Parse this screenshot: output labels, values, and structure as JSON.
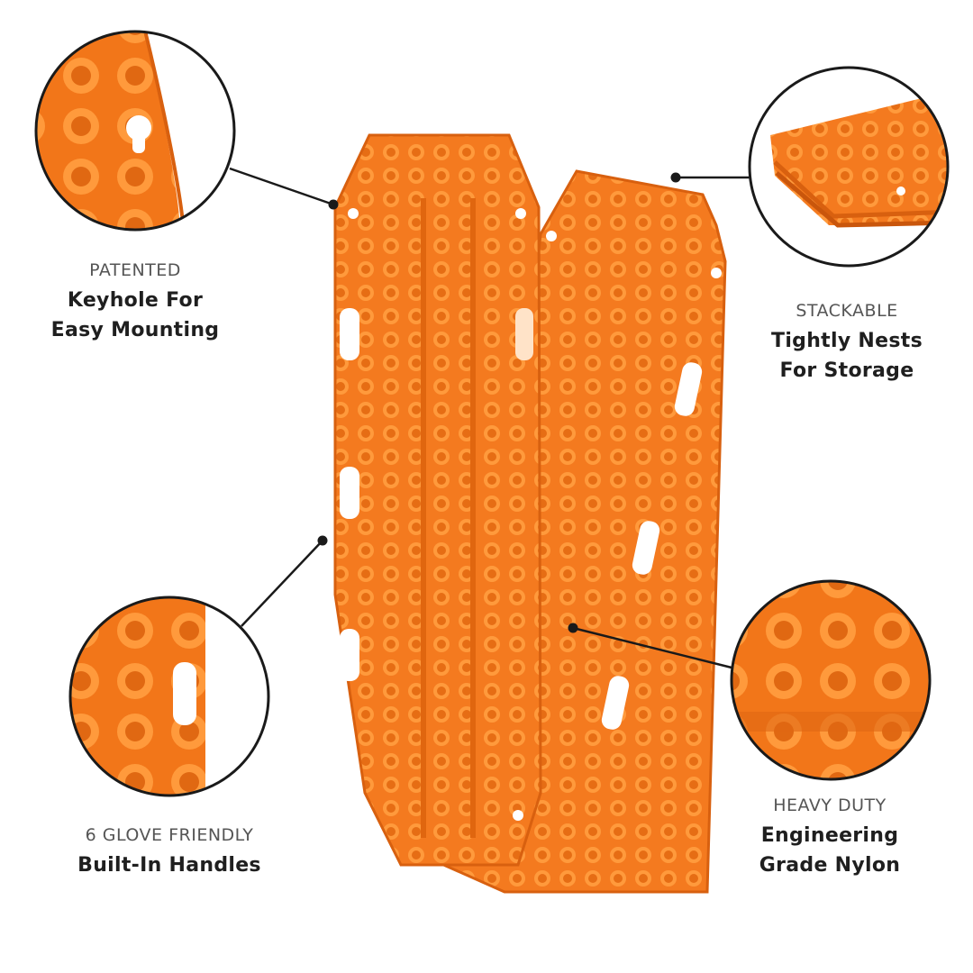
{
  "features": [
    {
      "id": "keyhole",
      "eyebrow": "PATENTED",
      "line1": "Keyhole For",
      "line2": "Easy Mounting"
    },
    {
      "id": "stackable",
      "eyebrow": "STACKABLE",
      "line1": "Tightly Nests",
      "line2": "For Storage"
    },
    {
      "id": "handles",
      "eyebrow": "6 GLOVE FRIENDLY",
      "line1": "Built-In Handles",
      "line2": ""
    },
    {
      "id": "nylon",
      "eyebrow": "HEAVY DUTY",
      "line1": "Engineering",
      "line2": "Grade Nylon"
    }
  ],
  "colors": {
    "product_orange": "#f47a1f",
    "product_highlight": "#ff9a3c",
    "product_shadow": "#d8600f",
    "ring_stroke": "#1a1a1a",
    "connector": "#1a1a1a"
  },
  "icons": {
    "callout_zoom": "magnifier-circle",
    "connector_dot": "dot"
  }
}
